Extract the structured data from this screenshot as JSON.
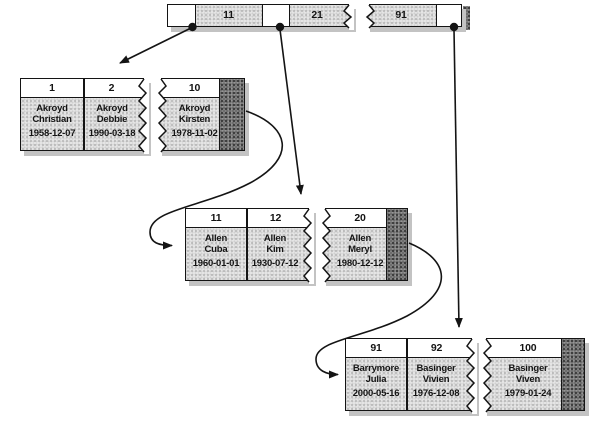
{
  "colors": {
    "background": "#ffffff",
    "node_fill": "#e4e4e4",
    "continuation_fill": "#6e6e6e",
    "border": "#141414",
    "shadow": "#c3c3c3"
  },
  "root_node": {
    "keys": [
      "11",
      "21",
      "91"
    ]
  },
  "leaf_nodes": [
    {
      "entries": [
        {
          "key": "1",
          "last": "Akroyd",
          "first": "Christian",
          "date": "1958-12-07"
        },
        {
          "key": "2",
          "last": "Akroyd",
          "first": "Debbie",
          "date": "1990-03-18"
        },
        {
          "key": "10",
          "last": "Akroyd",
          "first": "Kirsten",
          "date": "1978-11-02"
        }
      ]
    },
    {
      "entries": [
        {
          "key": "11",
          "last": "Allen",
          "first": "Cuba",
          "date": "1960-01-01"
        },
        {
          "key": "12",
          "last": "Allen",
          "first": "Kim",
          "date": "1930-07-12"
        },
        {
          "key": "20",
          "last": "Allen",
          "first": "Meryl",
          "date": "1980-12-12"
        }
      ]
    },
    {
      "entries": [
        {
          "key": "91",
          "last": "Barrymore",
          "first": "Julia",
          "date": "2000-05-16"
        },
        {
          "key": "92",
          "last": "Basinger",
          "first": "Vivien",
          "date": "1976-12-08"
        },
        {
          "key": "100",
          "last": "Basinger",
          "first": "Viven",
          "date": "1979-01-24"
        }
      ]
    }
  ]
}
